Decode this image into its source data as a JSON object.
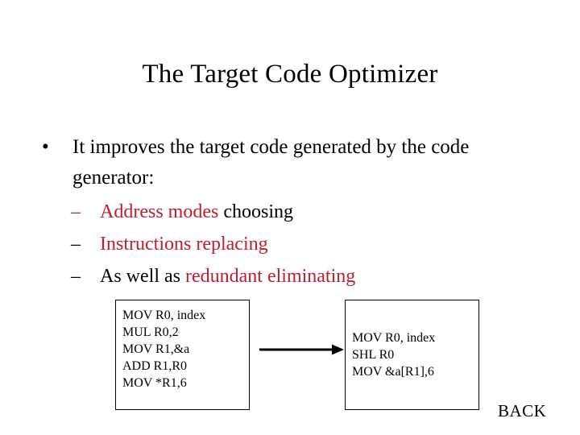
{
  "slide": {
    "title": "The Target Code Optimizer",
    "background_color": "#ffffff",
    "text_color": "#000000",
    "accent_color": "#bf1e2e"
  },
  "bullets": {
    "marker": "•",
    "level1_text": "It improves the target code generated by the code generator:",
    "sub_marker": "–",
    "sub_items": [
      {
        "dash_color": "#bf1e2e",
        "part1": "Address modes ",
        "part1_color": "#bf1e2e",
        "part2": "choosing",
        "part2_color": "#000000"
      },
      {
        "dash_color": "#000000",
        "part1": "Instructions replacing",
        "part1_color": "#bf1e2e",
        "part2": "",
        "part2_color": "#000000"
      },
      {
        "dash_color": "#000000",
        "part1": "As well as ",
        "part1_color": "#000000",
        "part2": "redundant eliminating",
        "part2_color": "#bf1e2e"
      }
    ]
  },
  "code_before": {
    "lines": [
      "MOV R0, index",
      "MUL R0,2",
      "MOV R1,&a",
      "ADD R1,R0",
      "MOV *R1,6"
    ]
  },
  "code_after": {
    "lines": [
      "MOV R0, index",
      "SHL R0",
      "MOV &a[R1],6"
    ]
  },
  "arrow": {
    "direction": "right",
    "color": "#000000"
  },
  "navigation": {
    "back_label": "BACK"
  }
}
